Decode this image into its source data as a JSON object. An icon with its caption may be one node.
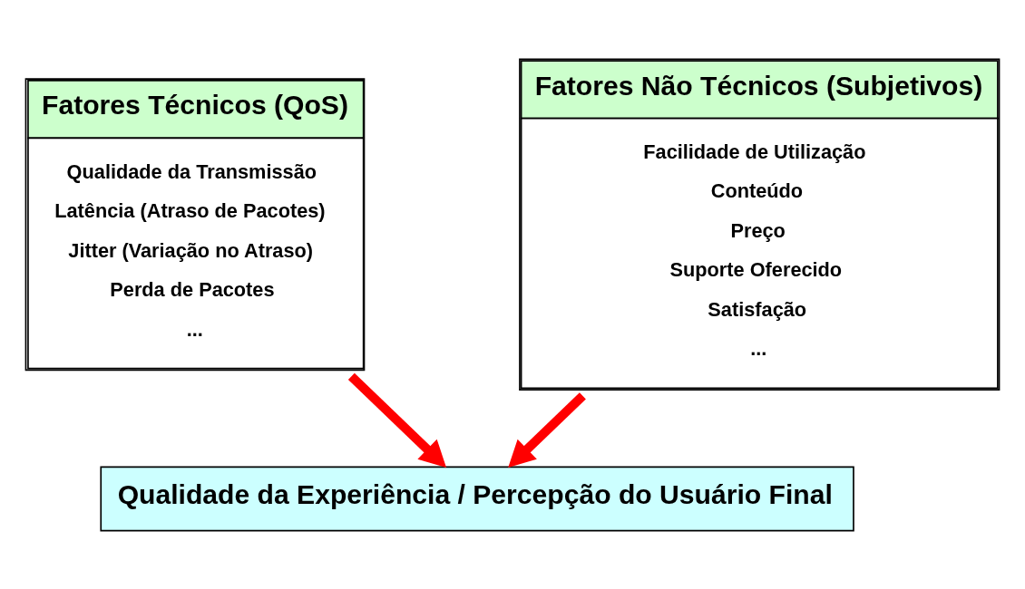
{
  "diagram": {
    "nodes": [
      {
        "text": [
          "Fatores Técnicos (QoS)",
          "Qualidade da Transmissão",
          "Latência (Atraso de Pacotes)",
          "Jitter (Variação no Atraso)",
          "Perda de Pacotes",
          "..."
        ]
      },
      {
        "text": [
          "Fatores Não Técnicos (Subjetivos)",
          "Facilidade de Utilização",
          "Conteúdo",
          "Preço",
          "Suporte Oferecido",
          "Satisfação",
          "..."
        ]
      },
      {
        "text": [
          "Qualidade da Experiência / Percepção do Usuário Final"
        ]
      }
    ],
    "edges": [
      {
        "from": 0,
        "to": 2,
        "arrow": "to",
        "color": "#ff0000"
      },
      {
        "from": 1,
        "to": 2,
        "arrow": "to",
        "color": "#ff0000"
      }
    ]
  }
}
